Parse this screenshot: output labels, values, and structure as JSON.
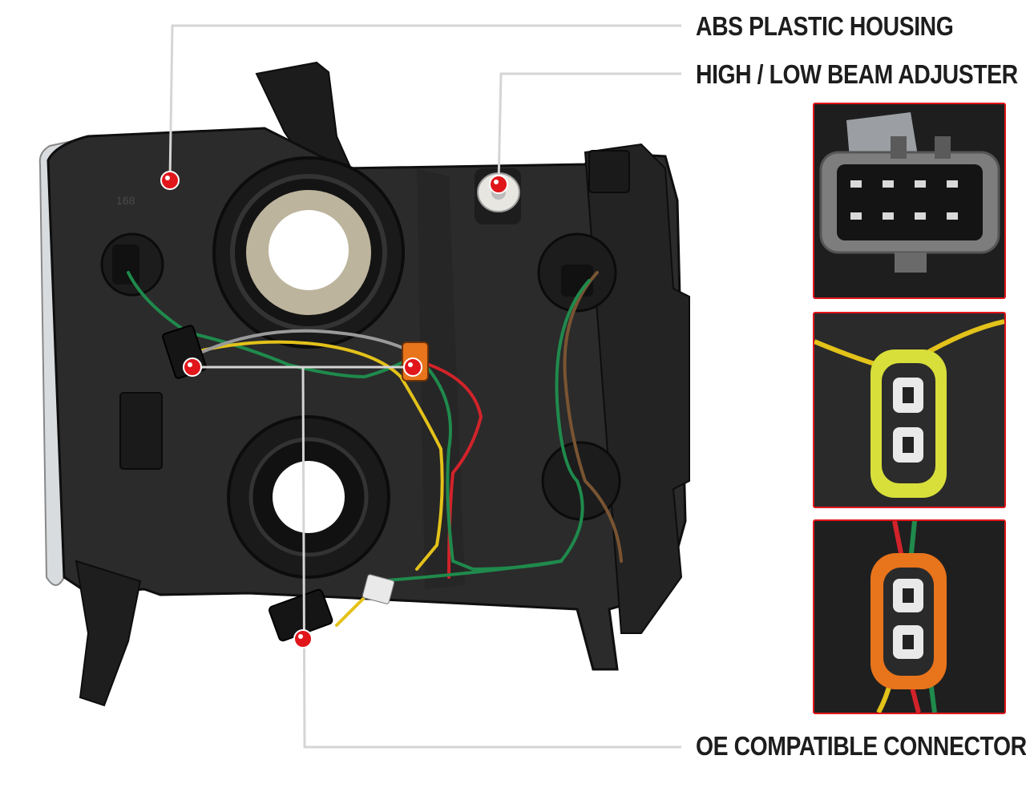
{
  "callouts": {
    "housing": "ABS PLASTIC HOUSING",
    "adjuster": "HIGH / LOW BEAM ADJUSTER",
    "connectors": "OE COMPATIBLE CONNECTORS"
  },
  "housing_mark": "168",
  "colors": {
    "callout_line": "#d5d5d5",
    "marker": "#e0161b",
    "inset_border": "#e0161b",
    "housing": "#2a2a2a",
    "wire_green": "#1f8a4c",
    "wire_yellow": "#e3c21a",
    "wire_red": "#d2232a",
    "wire_brown": "#7a5432",
    "connector_orange": "#e8741c",
    "connector_yellow": "#d8df3a"
  },
  "insets": [
    {
      "name": "8-pin-connector-closeup"
    },
    {
      "name": "yellow-2-pin-connector-closeup"
    },
    {
      "name": "orange-2-pin-connector-closeup"
    }
  ]
}
